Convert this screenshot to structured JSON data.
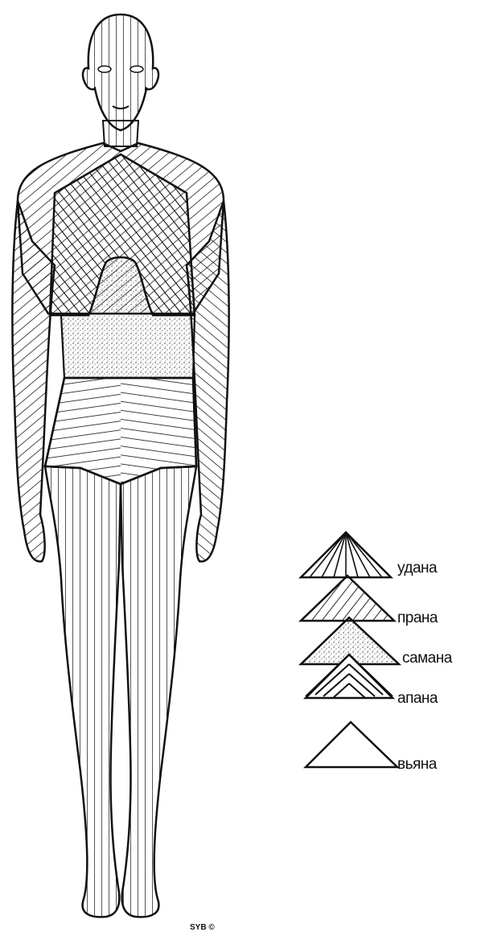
{
  "legend": {
    "items": [
      {
        "label": "удана",
        "pattern": "radial-hatch"
      },
      {
        "label": "прана",
        "pattern": "diagonal-hatch"
      },
      {
        "label": "самана",
        "pattern": "stipple"
      },
      {
        "label": "апана",
        "pattern": "chevron-hatch"
      },
      {
        "label": "вьяна",
        "pattern": "blank"
      }
    ]
  },
  "signature": "SYB ©",
  "colors": {
    "ink": "#111111",
    "paper": "#ffffff"
  }
}
